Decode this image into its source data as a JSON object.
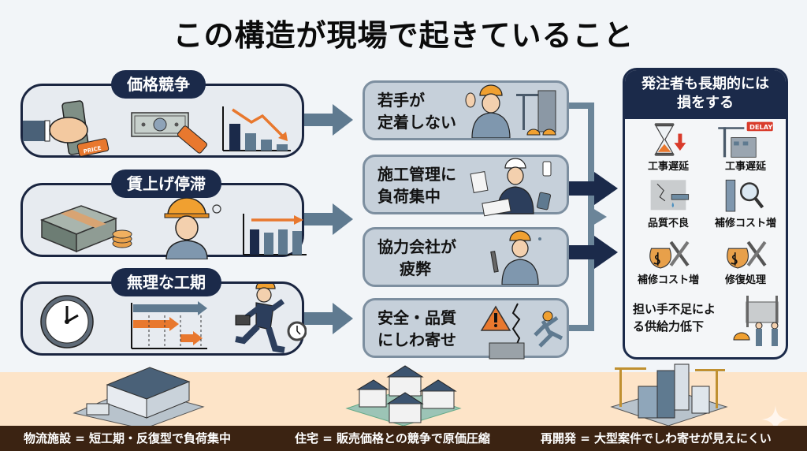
{
  "title": "この構造が現場で起きていること",
  "causes": [
    {
      "label": "価格競争",
      "price_tag": "PRICE",
      "icons": [
        "hand-squeezing-money-icon",
        "banknote-with-price-tag-icon",
        "declining-bar-chart-icon"
      ]
    },
    {
      "label": "賃上げ停滞",
      "icons": [
        "money-stack-with-coins-icon",
        "worried-worker-icon",
        "flat-bar-chart-icon"
      ]
    },
    {
      "label": "無理な工期",
      "icons": [
        "clock-icon",
        "gantt-schedule-icon",
        "running-businessman-icon"
      ]
    }
  ],
  "effects": [
    {
      "lines": [
        "若手が",
        "定着しない"
      ],
      "icon": "waving-young-worker-icon"
    },
    {
      "lines": [
        "施工管理に",
        "負荷集中"
      ],
      "icon": "overloaded-manager-icon"
    },
    {
      "lines": [
        "協力会社が",
        "疲弊"
      ],
      "icon": "exhausted-worker-icon"
    },
    {
      "lines": [
        "安全・品質",
        "にしわ寄せ"
      ],
      "icon": "warning-falling-worker-icon"
    }
  ],
  "result": {
    "header_lines": [
      "発注者も長期的には",
      "損をする"
    ],
    "delay_badge": "DELAY",
    "items": [
      {
        "caption": "工事遅延",
        "icon": "hourglass-icon"
      },
      {
        "caption": "工事遅延",
        "icon": "crane-delay-icon"
      },
      {
        "caption": "品質不良",
        "icon": "cracked-wall-leak-icon"
      },
      {
        "caption": "補修コスト増",
        "icon": "pipe-inspection-icon"
      },
      {
        "caption": "補修コスト増",
        "icon": "money-bag-tools-icon"
      },
      {
        "caption": "修復処理",
        "icon": "money-bag-tools-icon"
      }
    ],
    "bottom_lines": [
      "担い手不足によ",
      "る供給力低下"
    ],
    "bottom_icon": "workers-structure-icon"
  },
  "footer": {
    "items": [
      "物流施設 = 短工期・反復型で負荷集中",
      "住宅 = 販売価格との競争で原価圧縮",
      "再開発 = 大型案件でしわ寄せが見えにくい"
    ]
  },
  "colors": {
    "navy": "#1b2a4a",
    "steel_arrow": "#5f7a90",
    "orange": "#e8782e",
    "panel_bg": "#e7ebf0",
    "effect_bg": "#c6d0da",
    "band": "#fde4c8",
    "footer": "#3b2312"
  }
}
